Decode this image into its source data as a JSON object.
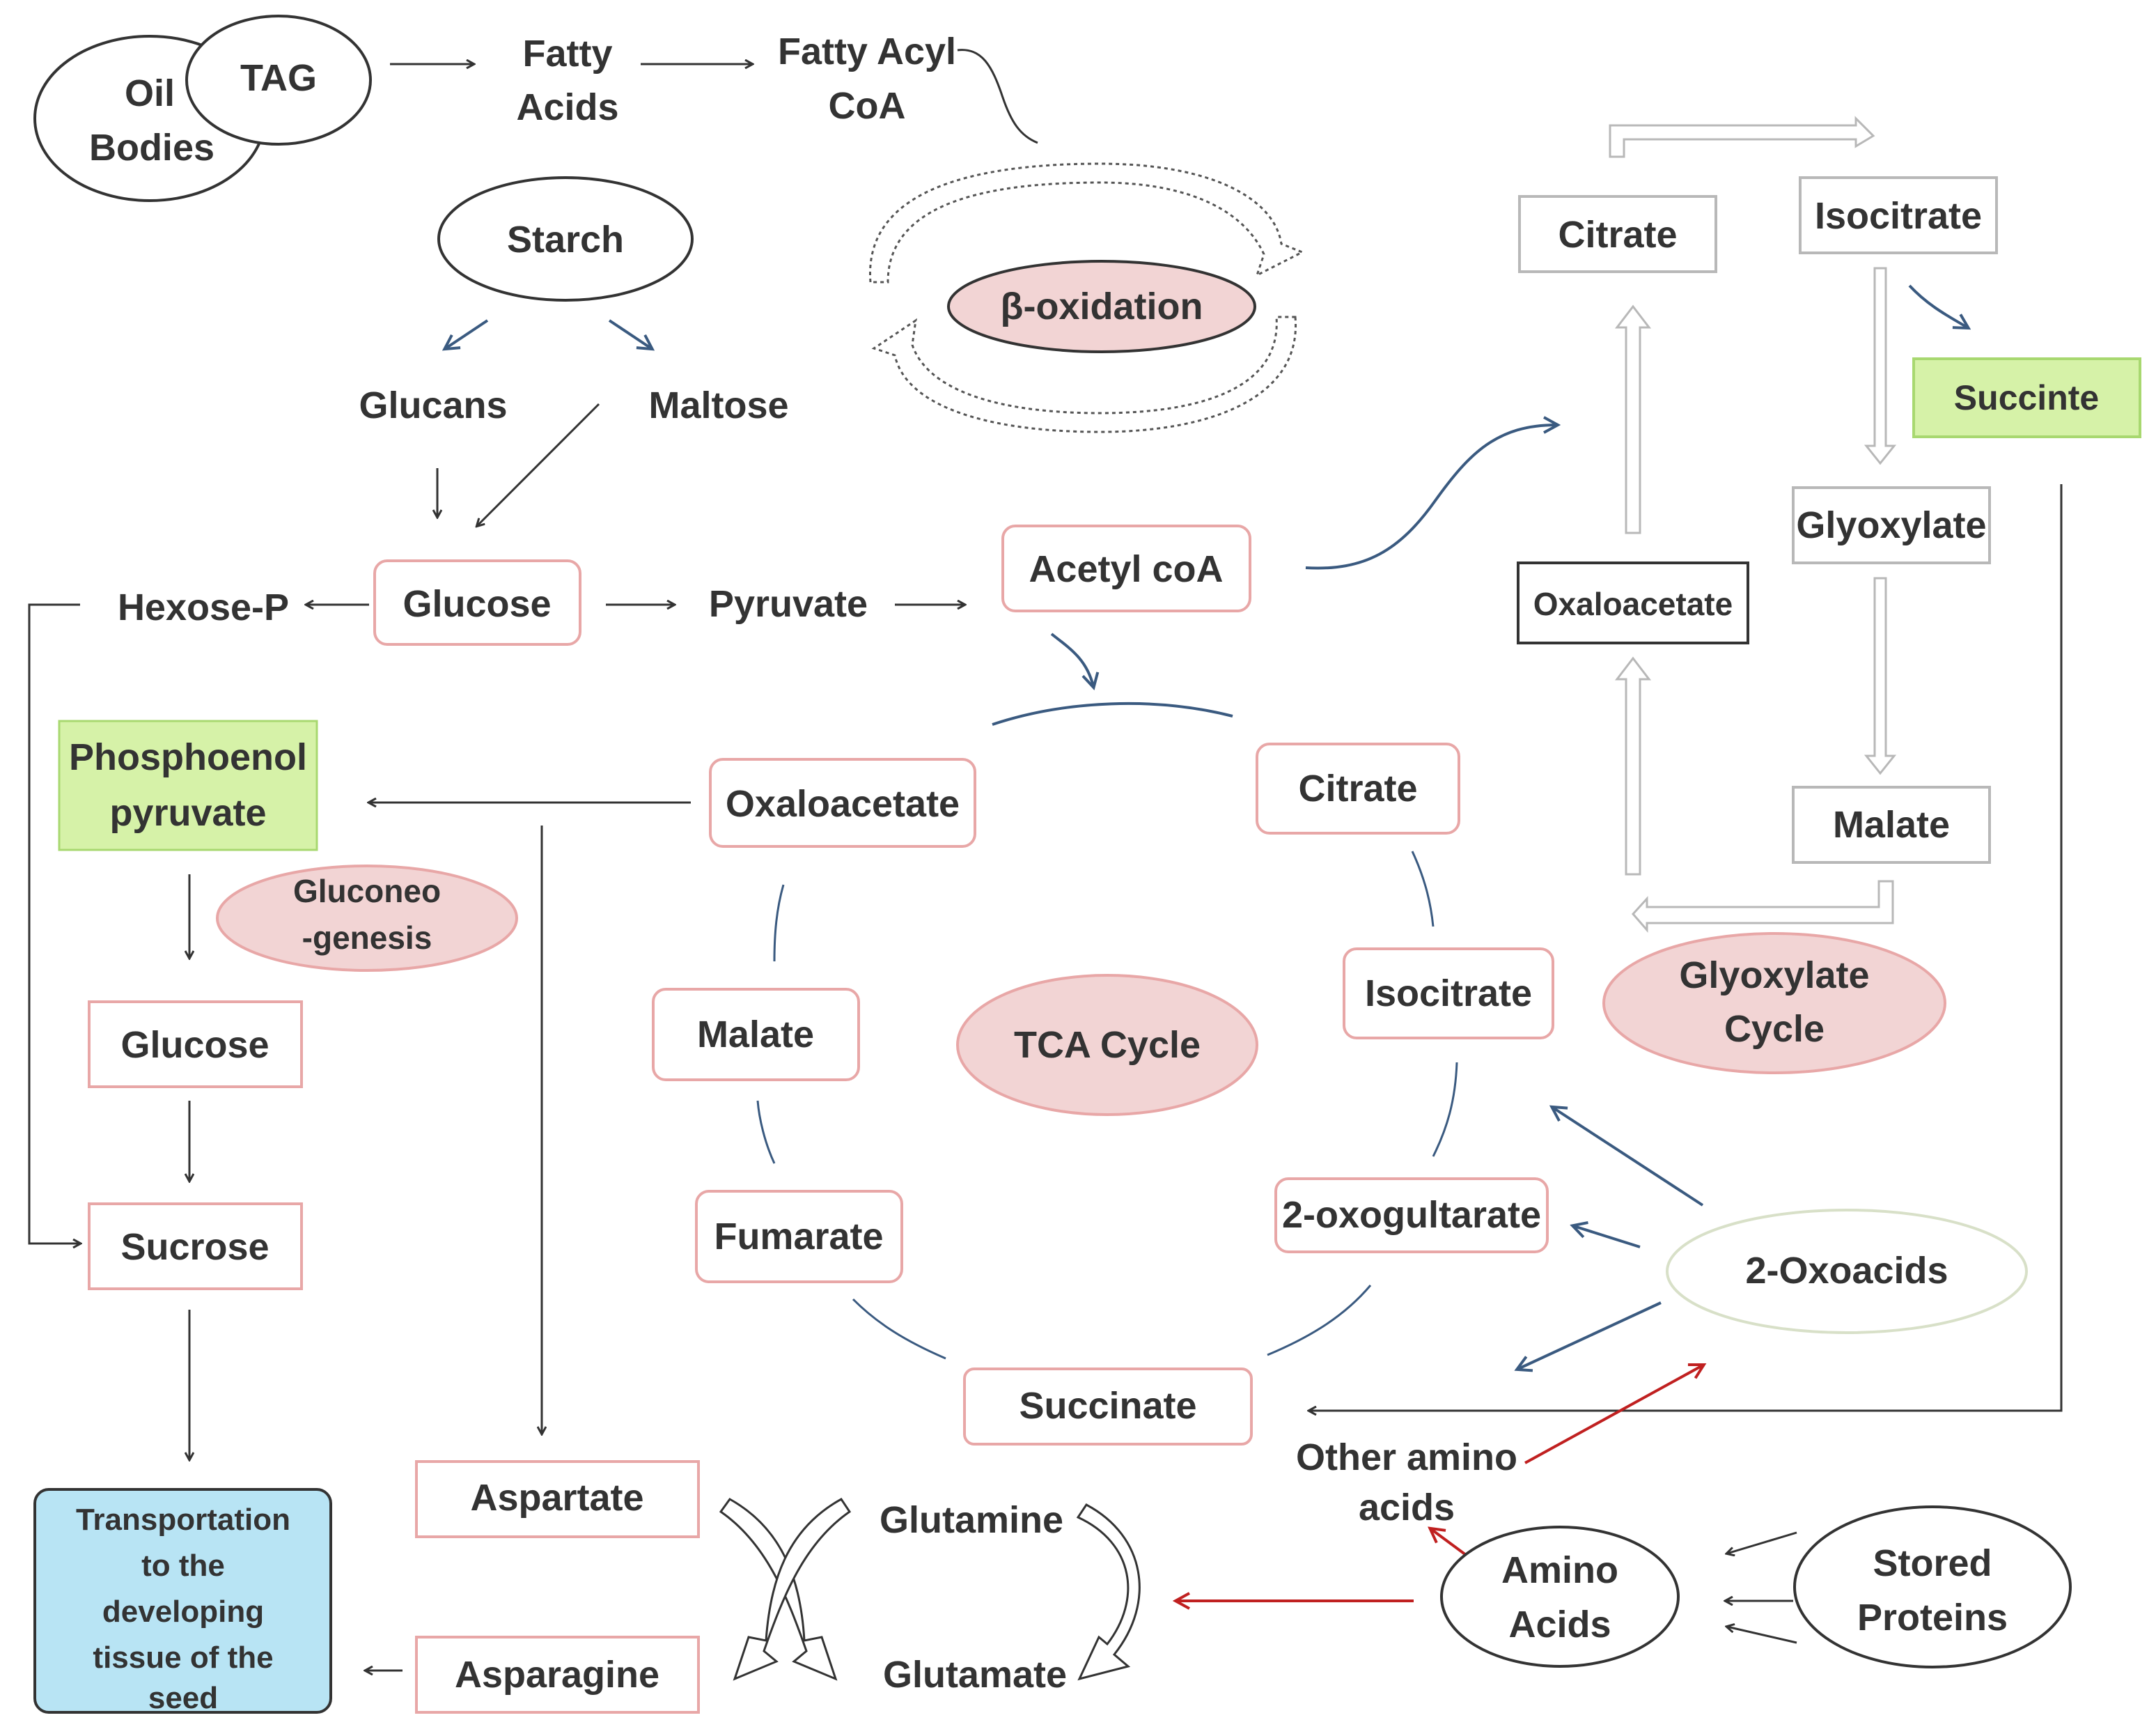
{
  "colors": {
    "pink_border": "#e8a7a7",
    "pink_fill": "#f2d4d4",
    "green_fill": "#d6f2a8",
    "blue_fill": "#b8e4f4",
    "blue_arrow": "#3a5a80",
    "red_arrow": "#c02020",
    "grey_line": "#b8b8b8",
    "dark": "#333333"
  },
  "labels": {
    "oil": "Oil",
    "bodies": "Bodies",
    "tag": "TAG",
    "fatty_acids_1": "Fatty",
    "fatty_acids_2": "Acids",
    "fatty_acyl_1": "Fatty Acyl",
    "fatty_acyl_2": "CoA",
    "starch": "Starch",
    "beta_oxidation": "β-oxidation",
    "glucans": "Glucans",
    "maltose": "Maltose",
    "hexose_p": "Hexose-P",
    "glucose_top": "Glucose",
    "pyruvate": "Pyruvate",
    "acetyl_coa": "Acetyl coA",
    "pep_1": "Phosphoenol",
    "pep_2": "pyruvate",
    "gluconeo_1": "Gluconeo",
    "gluconeo_2": "-genesis",
    "glucose_left": "Glucose",
    "sucrose": "Sucrose",
    "transport_1": "Transportation",
    "transport_2": "to the",
    "transport_3": "developing",
    "transport_4": "tissue of the",
    "transport_5": "seed",
    "tca_oxaloacetate": "Oxaloacetate",
    "tca_citrate": "Citrate",
    "tca_isocitrate": "Isocitrate",
    "tca_2oxo": "2-oxogultarate",
    "tca_succinate": "Succinate",
    "tca_fumarate": "Fumarate",
    "tca_malate": "Malate",
    "tca_cycle": "TCA Cycle",
    "gly_citrate": "Citrate",
    "gly_isocitrate": "Isocitrate",
    "gly_succinte": "Succinte",
    "gly_glyoxylate": "Glyoxylate",
    "gly_oxaloacetate": "Oxaloacetate",
    "gly_malate": "Malate",
    "gly_cycle_1": "Glyoxylate",
    "gly_cycle_2": "Cycle",
    "oxoacids": "2-Oxoacids",
    "other_amino_1": "Other amino",
    "other_amino_2": "acids",
    "amino_1": "Amino",
    "amino_2": "Acids",
    "stored_1": "Stored",
    "stored_2": "Proteins",
    "aspartate": "Aspartate",
    "asparagine": "Asparagine",
    "glutamine": "Glutamine",
    "glutamate": "Glutamate"
  }
}
